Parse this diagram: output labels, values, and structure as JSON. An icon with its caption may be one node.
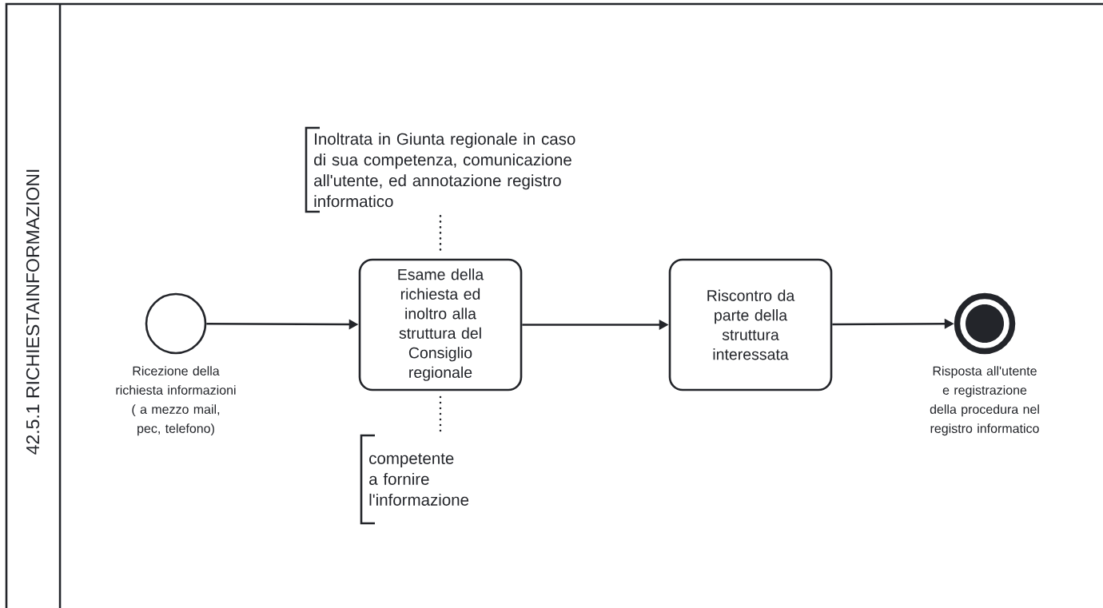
{
  "diagram": {
    "nodes": [
      {
        "text": [
          "42.5.1 RICHIESTAINFORMAZIONI"
        ]
      },
      {
        "text": [],
        "shape": "circle",
        "in": 0,
        "beside": [
          "Ricezione della richiesta informazioni ( a mezzo mail, pec, telefono)"
        ]
      },
      {
        "text": [
          "Esame della richiesta ed inoltro alla struttura del Consiglio regionale"
        ],
        "in": 0
      },
      {
        "text": [
          "Riscontro da parte della struttura interessata"
        ],
        "in": 0
      },
      {
        "text": [],
        "shape": "circle",
        "in": 0,
        "beside": [
          "Risposta all'utente e registrazione della procedura nel registro informatico"
        ]
      },
      {
        "text": [
          "Inoltrata in Giunta regionale in caso di sua competenza, comunicazione all'utente, ed annotazione registro informatico"
        ],
        "in": 0
      },
      {
        "text": [
          "competente a fornire l'informazione"
        ],
        "in": 0
      }
    ],
    "edges": [
      {
        "from": 1,
        "to": 2,
        "arrow": "to"
      },
      {
        "from": 2,
        "to": 3,
        "arrow": "to"
      },
      {
        "from": 3,
        "to": 4,
        "arrow": "to"
      },
      {
        "from": 5,
        "to": 2,
        "arrow": "none",
        "style": "dashed"
      },
      {
        "from": 6,
        "to": 2,
        "arrow": "none",
        "style": "dashed"
      }
    ]
  }
}
